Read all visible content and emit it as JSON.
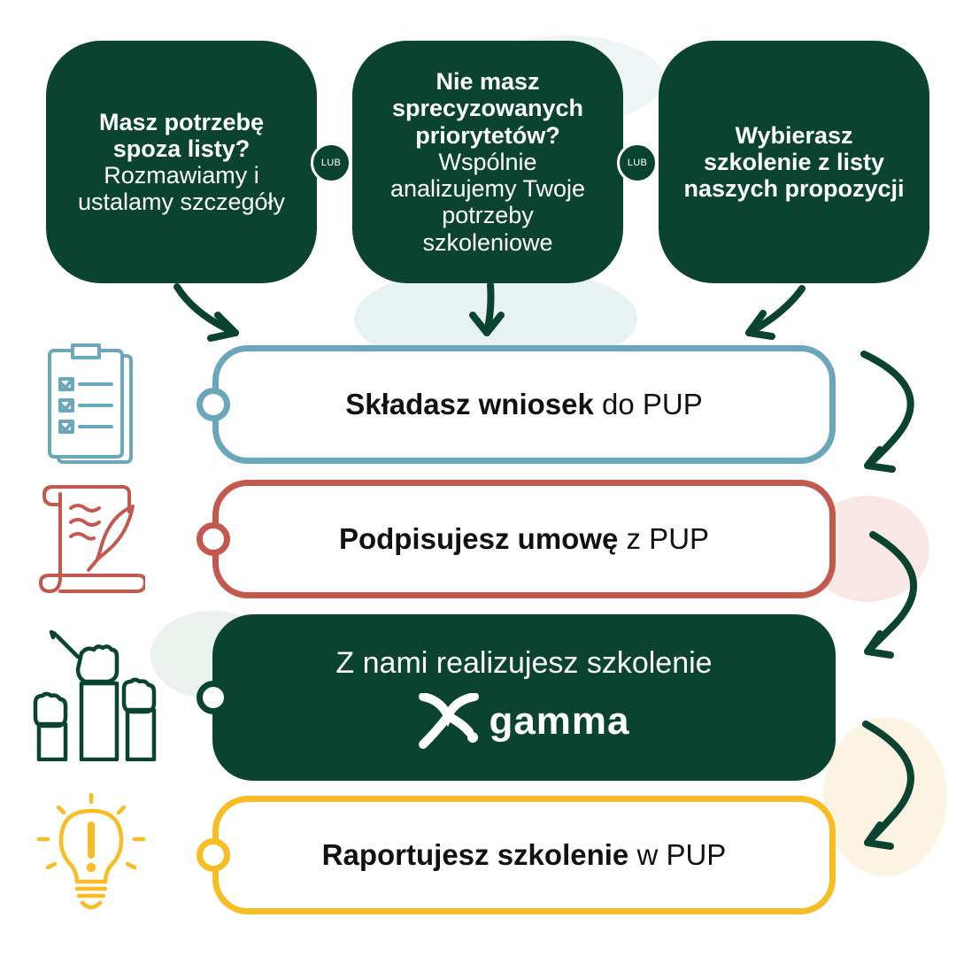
{
  "options": [
    {
      "bold": "Masz potrzebę spoza listy?",
      "text": "Rozmawiamy i ustalamy szczegóły"
    },
    {
      "bold": "Nie masz sprecyzowanych priorytetów?",
      "text": "Wspólnie analizujemy Twoje potrzeby szkoleniowe"
    },
    {
      "bold": "Wybierasz szkolenie z listy naszych propozycji",
      "text": ""
    }
  ],
  "connector_label": "LUB",
  "steps": [
    {
      "bold": "Składasz wniosek",
      "rest": "do PUP"
    },
    {
      "bold": "Podpisujesz umowę",
      "rest": "z PUP"
    },
    {
      "text": "Z nami realizujesz szkolenie"
    },
    {
      "bold": "Raportujesz szkolenie",
      "rest": "w PUP"
    }
  ],
  "brand": {
    "name": "gamma"
  },
  "icons": [
    "clipboard-checklist-icon",
    "scroll-quill-icon",
    "raised-fists-pencil-icon",
    "lightbulb-exclamation-icon",
    "gamma-logo-icon"
  ],
  "colors": {
    "dark_green": "#0b4331",
    "blue": "#6ba7ba",
    "red": "#c3584f",
    "yellow": "#f7bd22"
  }
}
